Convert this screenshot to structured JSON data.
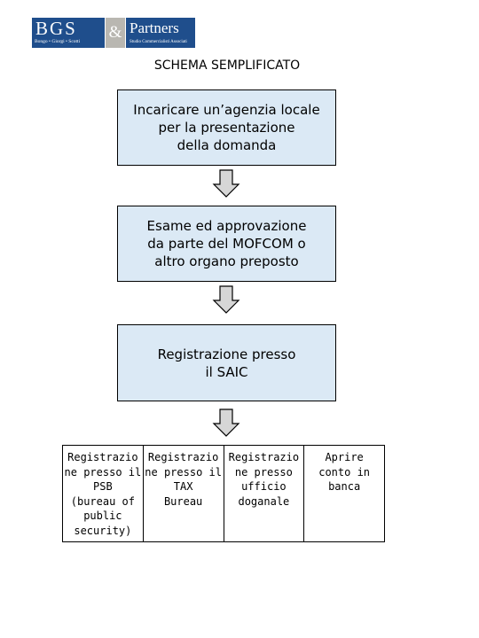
{
  "logo": {
    "bgs": "BGS",
    "bgs_sub": "Bongo • Giorgi • Scotti",
    "amp": "&",
    "partners": "Partners",
    "partners_sub": "Studio Commercialisti Associati"
  },
  "title": "SCHEMA SEMPLIFICATO",
  "steps": [
    {
      "text": "Incaricare un’agenzia locale\nper la presentazione\ndella domanda"
    },
    {
      "text": "Esame ed approvazione\nda parte del MOFCOM o\naltro organo preposto"
    },
    {
      "text": "Registrazione presso\nil SAIC"
    }
  ],
  "final_steps": [
    {
      "text": "Registrazio\nne presso il\nPSB\n(bureau of\npublic\nsecurity)"
    },
    {
      "text": "Registrazio\nne presso il\nTAX\nBureau"
    },
    {
      "text": "Registrazio\nne presso\nufficio\ndoganale"
    },
    {
      "text": "Aprire\nconto in\nbanca"
    }
  ],
  "colors": {
    "box_fill": "#dbe9f5",
    "logo_blue": "#1f4e8c",
    "logo_gray": "#b9b7b1",
    "arrow_fill": "#d6d6d6"
  }
}
